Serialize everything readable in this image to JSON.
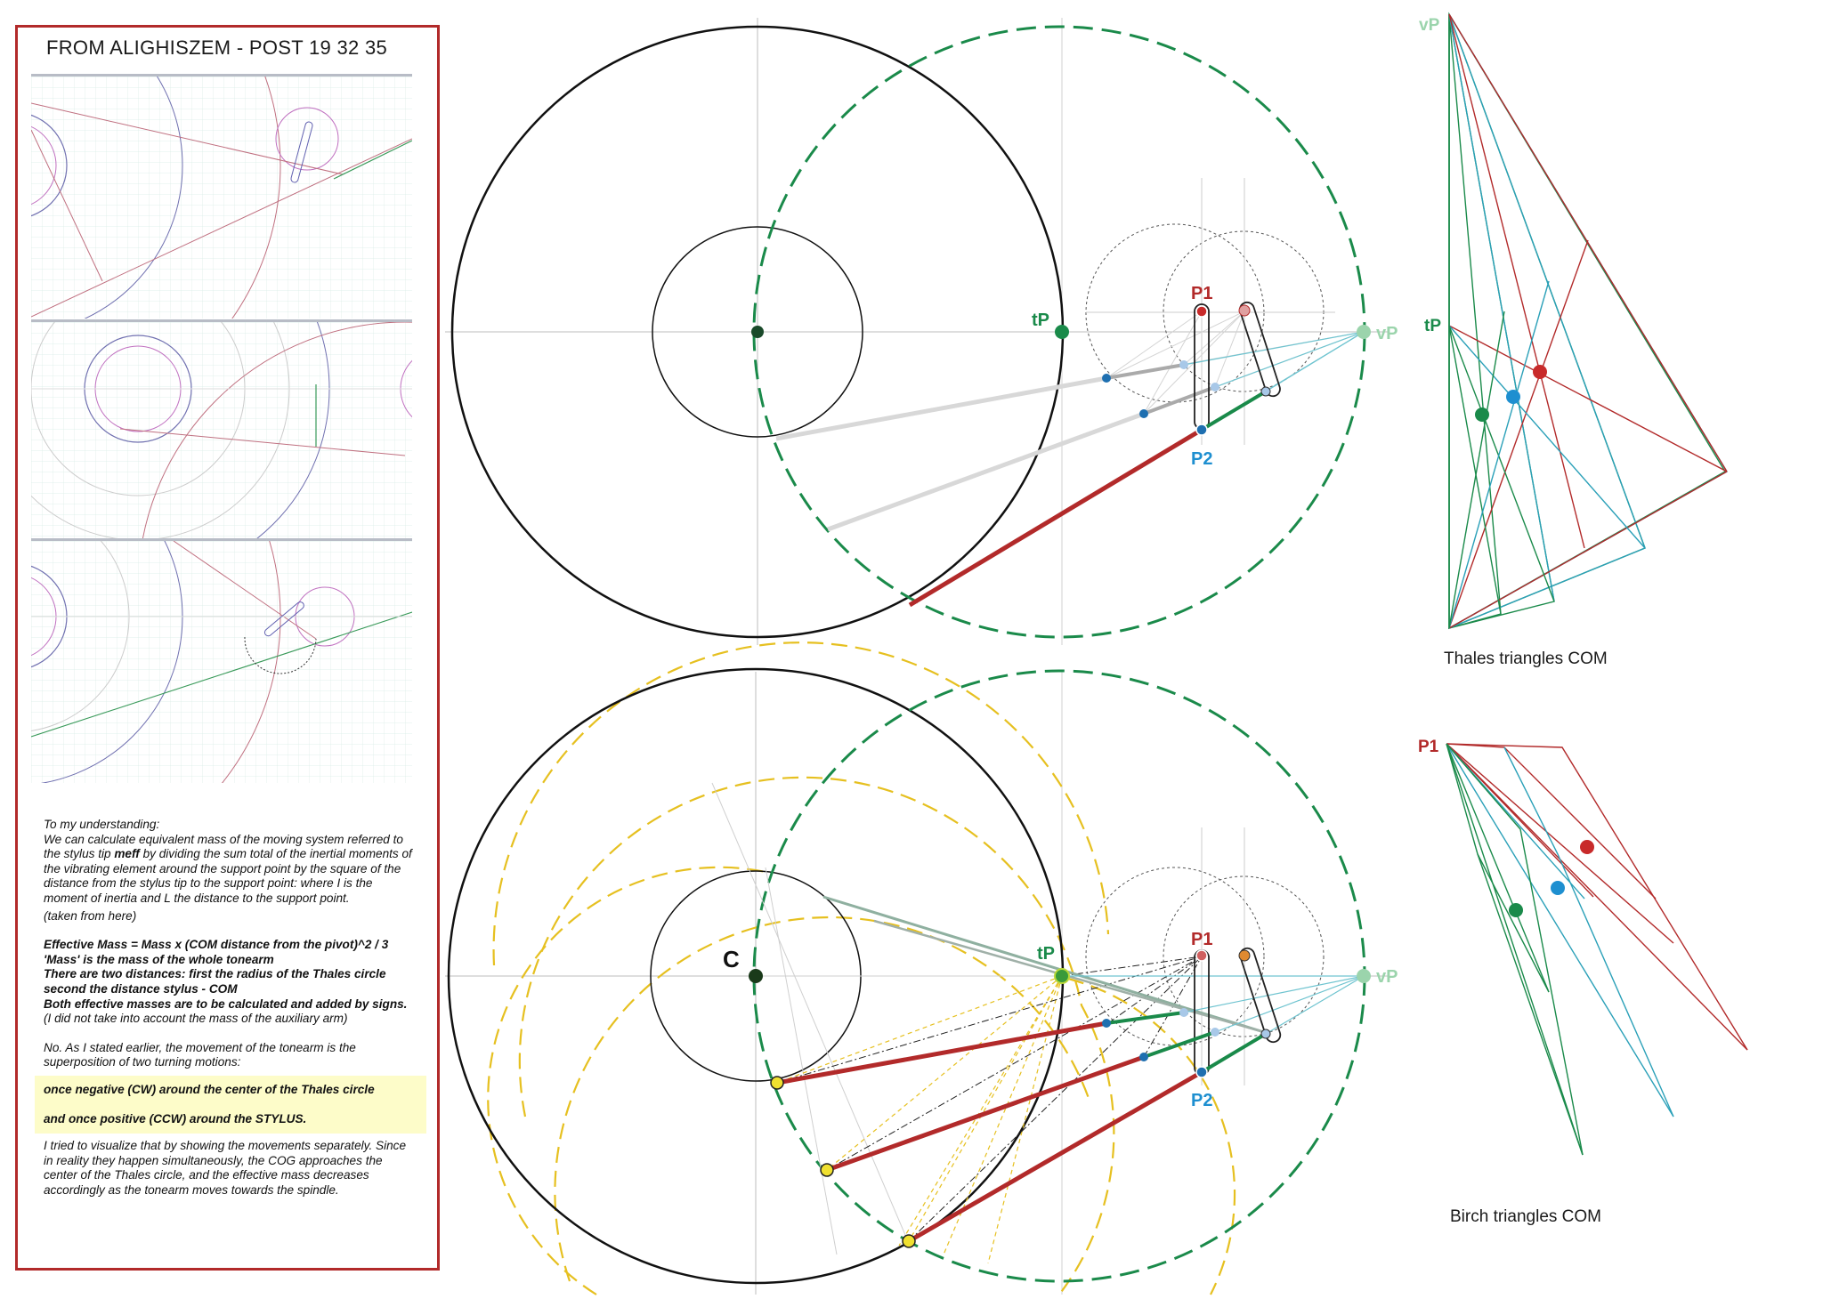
{
  "panel": {
    "title": "FROM ALIGHISZEM - POST 19 32 35",
    "text": {
      "intro_heading": "To my understanding:",
      "intro_body": "We can calculate equivalent mass of the moving system referred to the stylus tip",
      "intro_term": "meff",
      "intro_body2": "by dividing the sum total of the inertial moments of the vibrating element around the support point by the square of the distance from the stylus tip to the support point: where I is the moment of inertia and L the distance to the support point.",
      "source": "(taken from here)",
      "formula": "Effective Mass = Mass x (COM distance from the pivot)^2 / 3",
      "mass_note": "'Mass' is the mass of the whole tonearm",
      "distances_1": "There are two distances: first the radius of the Thales circle",
      "distances_2": "second the distance stylus - COM",
      "both": "Both effective masses are to be calculated and added by signs.",
      "aux": "(I did not take into account the mass of the auxiliary arm)",
      "movement": "No. As I stated earlier, the movement of the tonearm is the superposition of two turning motions:",
      "highlight_1": "once negative (CW) around the center of the Thales circle",
      "highlight_2": "and once positive (CCW) around the STYLUS.",
      "closing": "I tried to visualize that by showing the movements separately. Since in reality they happen simultaneously, the COG approaches the center of the Thales circle, and the effective mass decreases accordingly as the tonearm moves towards the spindle."
    }
  },
  "labels": {
    "p1": "P1",
    "p2": "P2",
    "tp": "tP",
    "vp": "vP",
    "c": "C"
  },
  "captions": {
    "thales": "Thales triangles COM",
    "birch": "Birch triangles COM"
  },
  "colors": {
    "red": "#b22a2a",
    "green": "#1a8a4a",
    "blue": "#1e8fd0",
    "teal": "#2aa0b8",
    "yellow": "#e6c020",
    "gray": "#cccccc",
    "black": "#111111",
    "pale_green": "#8ec8a0"
  },
  "icons": {
    "pivot": "pivot-dot-icon",
    "stylus": "stylus-dot-icon"
  }
}
